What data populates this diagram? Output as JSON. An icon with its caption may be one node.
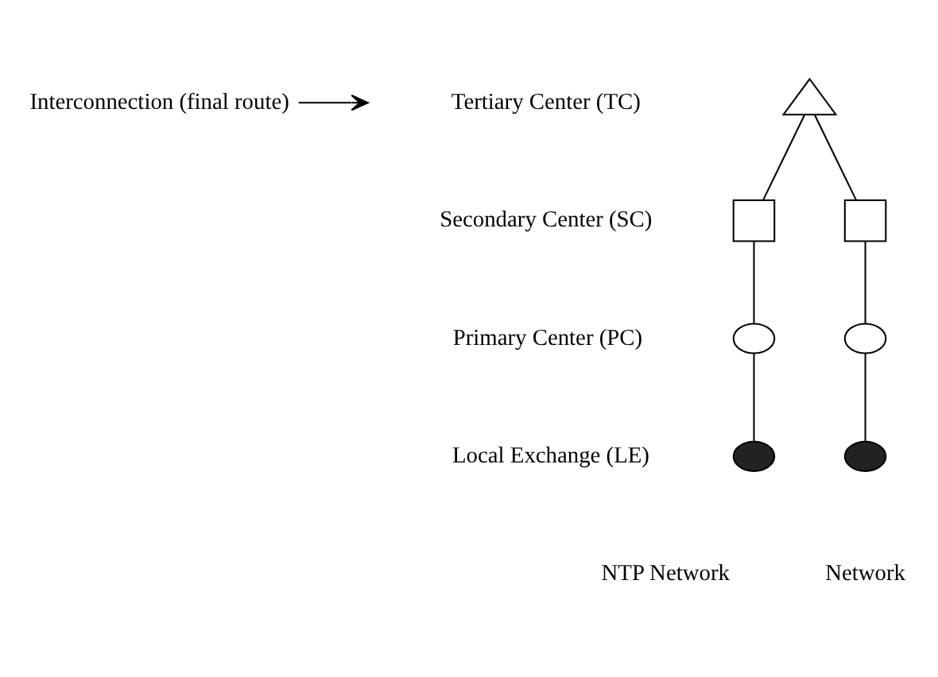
{
  "diagram": {
    "nodes": [
      {
        "text": [
          "Interconnection (final route)"
        ]
      },
      {
        "text": [],
        "shape": "triangle"
      },
      {
        "text": [],
        "shape": "box"
      },
      {
        "text": [],
        "shape": "box"
      },
      {
        "text": [],
        "shape": "circle"
      },
      {
        "text": [],
        "shape": "circle"
      },
      {
        "text": [],
        "shape": "circle"
      },
      {
        "text": [],
        "shape": "circle"
      }
    ],
    "edges": [
      {
        "from": 0,
        "to": null,
        "arrow": "to"
      },
      {
        "from": 1,
        "to": 2,
        "arrow": "none"
      },
      {
        "from": 1,
        "to": 3,
        "arrow": "none"
      },
      {
        "from": 2,
        "to": 4,
        "arrow": "none"
      },
      {
        "from": 3,
        "to": 5,
        "arrow": "none"
      },
      {
        "from": 4,
        "to": 6,
        "arrow": "none"
      },
      {
        "from": 5,
        "to": 7,
        "arrow": "none"
      }
    ],
    "labels": [
      "Tertiary Center (TC)",
      "Secondary Center (SC)",
      "Primary Center (PC)",
      "Local Exchange (LE)",
      "NTP Network",
      "Network"
    ]
  }
}
